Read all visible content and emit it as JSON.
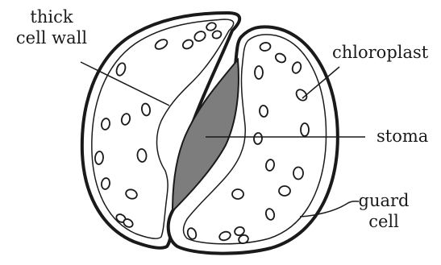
{
  "labels": {
    "thick_cell_wall": [
      "thick",
      "cell wall"
    ],
    "chloroplast": "chloroplast",
    "stoma": "stoma",
    "guard_cell": [
      "guard",
      "cell"
    ]
  },
  "colors": {
    "outline": "#1a1a1a",
    "stoma_fill": "#7d7d7d",
    "background": "#ffffff"
  }
}
